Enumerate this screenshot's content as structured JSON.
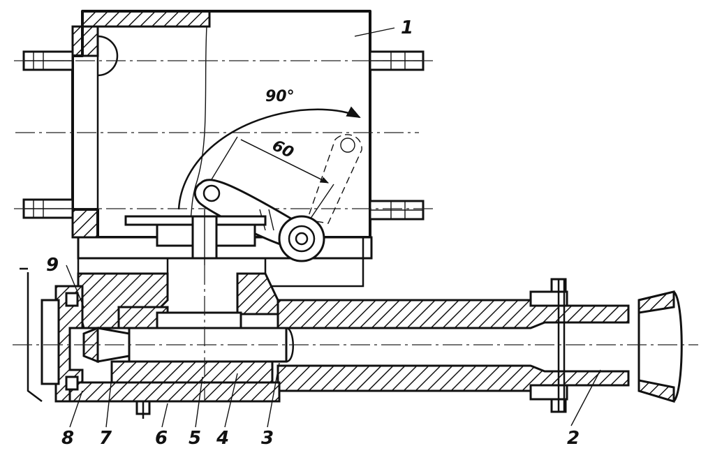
{
  "drawing": {
    "part_labels": [
      "1",
      "2",
      "3",
      "4",
      "5",
      "6",
      "7",
      "8",
      "9"
    ],
    "dimensions": {
      "angle": "90°",
      "length": "60"
    }
  }
}
